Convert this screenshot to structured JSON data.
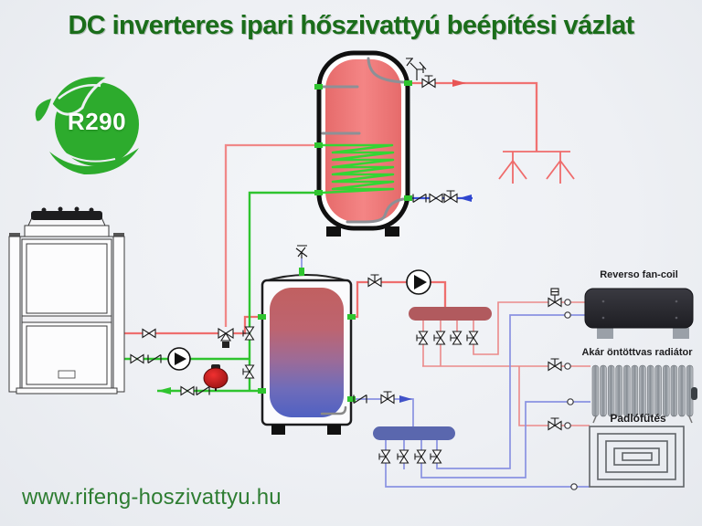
{
  "page": {
    "title": "DC inverteres ipari hőszivattyú beépítési vázlat"
  },
  "badge": {
    "label": "R290"
  },
  "labels": {
    "fan_coil": "Reverso fan-coil",
    "radiator": "Akár öntöttvas radiátor",
    "floor_heating": "Padlófűtés"
  },
  "footer": {
    "website": "www.rifeng-hoszivattyu.hu"
  },
  "colors": {
    "background": "#eef0f4",
    "title_green": "#1a6d1a",
    "website_green": "#2e7d32",
    "badge_green": "#2dab2d",
    "pipe_red": "#ee6e6e",
    "pipe_red_light": "#eb8a8a",
    "pipe_green": "#2fc42f",
    "pipe_blue_return": "#8a92e2",
    "pipe_blue_cold": "#3a50d8",
    "manifold_supply": "#b15a5e",
    "manifold_return": "#5a67ae",
    "dhw_tank_fill": "#ef7878",
    "buffer_tank_top": "#c16060",
    "buffer_tank_bottom": "#5566c6",
    "fan_coil_body": "#2b2b30",
    "expansion_vessel": "#d61c1c"
  },
  "icons": {
    "r290-leaf-icon": "green leaf eco badge",
    "heat-pump-unit": "outdoor DC inverter heat pump line drawing",
    "dhw-tank": "domestic hot water tank with internal coil",
    "buffer-tank": "stratified buffer tank red-to-blue",
    "circulation-pump-icon": "circle with right triangle",
    "valve-icon": "bowtie shut-off valve",
    "three-way-valve-icon": "motorized 3-way valve",
    "check-valve-icon": "slashed check valve",
    "expansion-vessel-icon": "red expansion vessel",
    "supply-manifold": "red heating supply manifold",
    "return-manifold": "blue heating return manifold",
    "shower-icon": "hot water tapping points",
    "fan-coil-unit": "reversible fan-coil cabinet",
    "radiator-unit": "cast iron column radiator",
    "floor-heating-loop": "concentric floor heating coil",
    "air-vent-icon": "automatic air vent",
    "safety-group-icon": "tank safety valve group"
  }
}
